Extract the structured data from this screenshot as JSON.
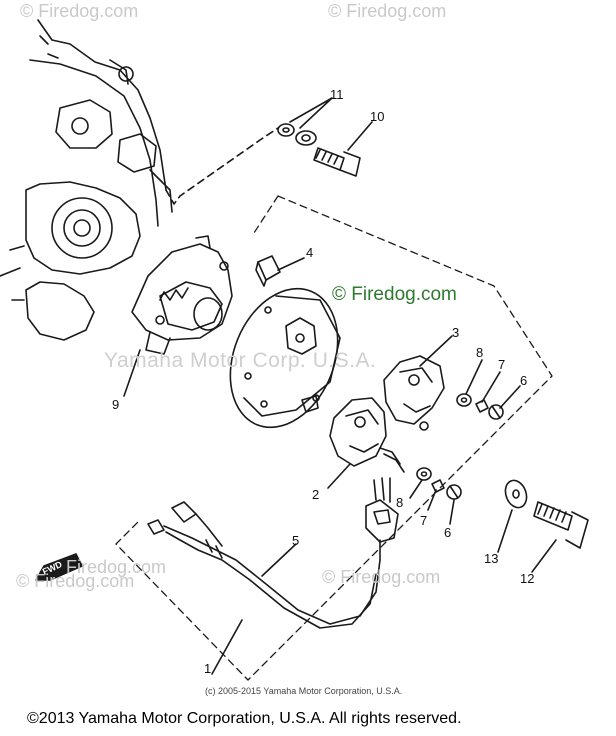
{
  "callouts": {
    "c1": "1",
    "c2": "2",
    "c3": "3",
    "c4": "4",
    "c5": "5",
    "c6a": "6",
    "c6b": "6",
    "c7a": "7",
    "c7b": "7",
    "c8a": "8",
    "c8b": "8",
    "c9": "9",
    "c10": "10",
    "c11": "11",
    "c12": "12",
    "c13": "13"
  },
  "watermarks": {
    "yamaha_corp": "Yamaha Motor Corp. U.S.A.",
    "firedog_green": "© Firedog.com",
    "firedog_top_left": "© Firedog.com",
    "firedog_top_right": "© Firedog.com",
    "firedog_mid": "Firedog.com",
    "firedog_bottom_left": "© Firedog.com",
    "firedog_bottom_right": "© Firedog.com"
  },
  "fwd_label": "FWD",
  "copyright_small": "(c) 2005-2015 Yamaha Motor Corporation, U.S.A.",
  "copyright_main": "©2013 Yamaha Motor Corporation, U.S.A. All rights reserved.",
  "colors": {
    "ink": "#1a1a1a",
    "watermark": "#cccccc",
    "firedog_green": "#2f7a2f"
  }
}
